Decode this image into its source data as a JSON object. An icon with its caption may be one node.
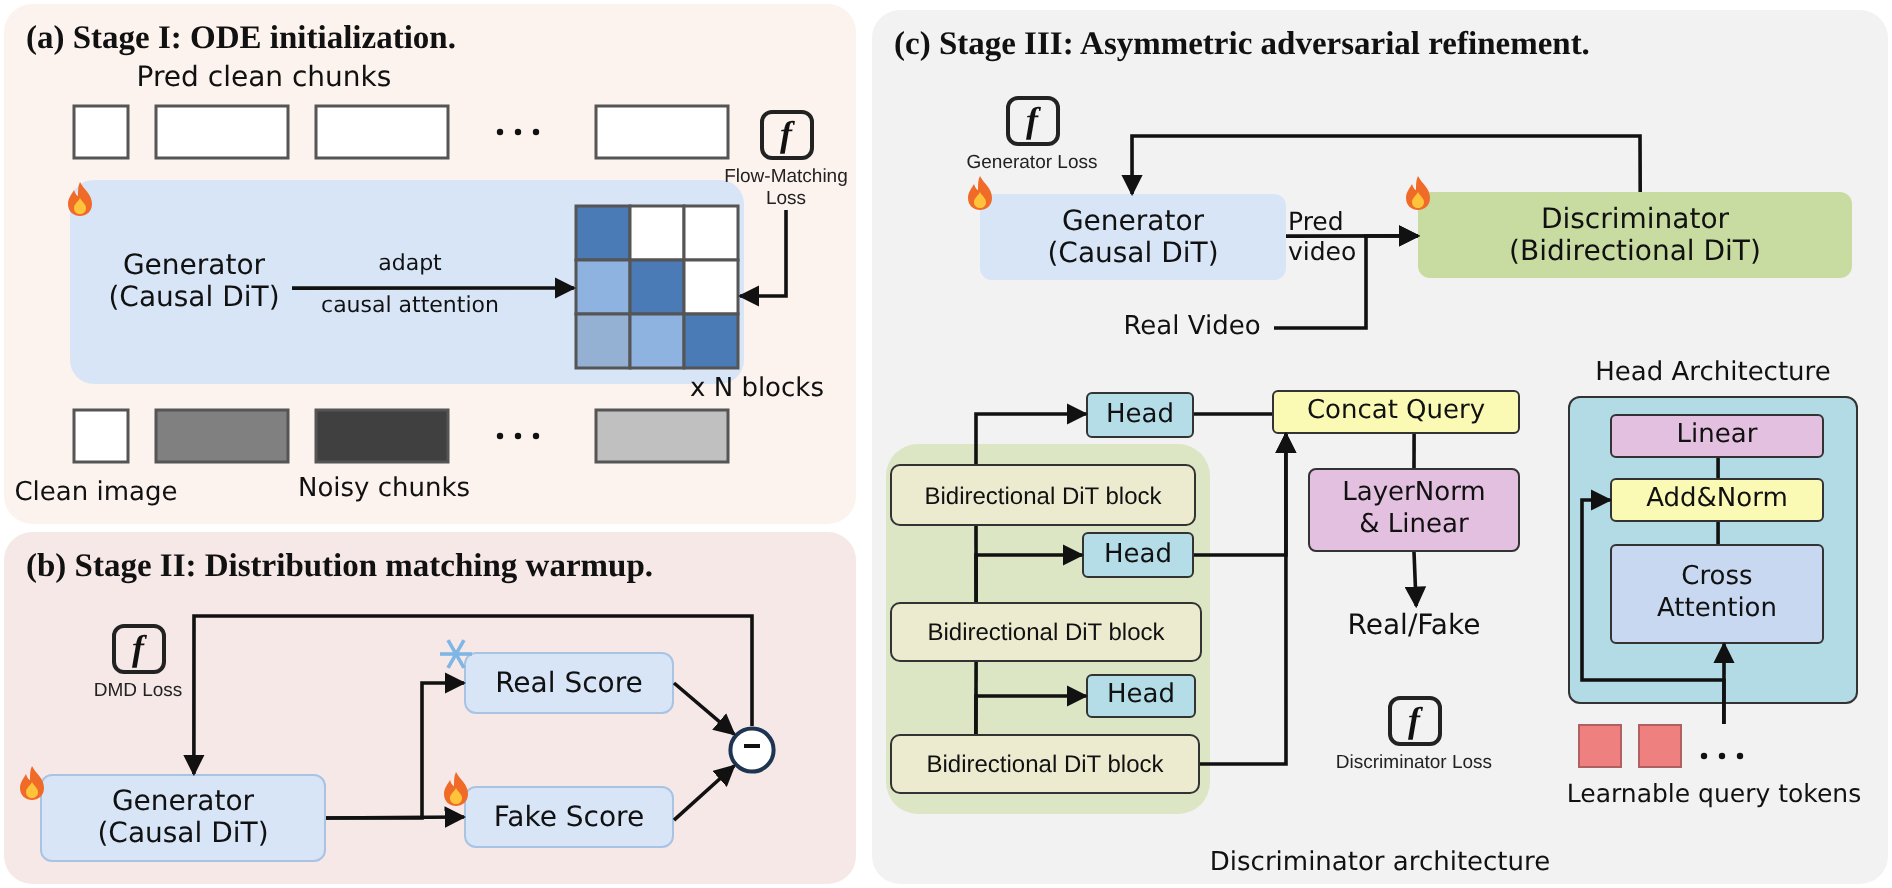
{
  "diagram": {
    "nodes": [
      {
        "text": [
          "(a) Stage I: ODE initialization."
        ]
      },
      {
        "text": [],
        "shape": "box",
        "in": 0
      },
      {
        "text": [
          "Generator (Causal DiT)"
        ],
        "in": 1
      },
      {
        "text": [],
        "shape": "grid",
        "in": 1
      },
      {
        "text": [
          "f"
        ],
        "beside": [
          "Flow-Matching Loss"
        ],
        "in": 0
      },
      {
        "text": [
          "(b) Stage II: Distribution matching warmup."
        ]
      },
      {
        "text": [
          "f"
        ],
        "beside": [
          "DMD Loss"
        ],
        "in": 5
      },
      {
        "text": [
          "Generator (Causal DiT)"
        ],
        "in": 5
      },
      {
        "text": [
          "Real Score"
        ],
        "in": 5
      },
      {
        "text": [
          "Fake Score"
        ],
        "in": 5
      },
      {
        "text": [],
        "shape": "circle",
        "in": 5
      },
      {
        "text": [
          "(c) Stage III: Asymmetric adversarial refinement."
        ]
      },
      {
        "text": [
          "f"
        ],
        "beside": [
          "Generator Loss"
        ],
        "in": 11
      },
      {
        "text": [
          "Generator (Causal DiT)"
        ],
        "in": 11
      },
      {
        "text": [
          "Discriminator (Bidirectional DiT)"
        ],
        "in": 11
      },
      {
        "text": [
          "Real Video"
        ],
        "in": 11
      },
      {
        "text": [
          "Head"
        ],
        "in": 11
      },
      {
        "text": [],
        "shape": "box",
        "in": 11
      },
      {
        "text": [
          "Bidirectional DiT block"
        ],
        "in": 17
      },
      {
        "text": [
          "Head"
        ],
        "in": 17
      },
      {
        "text": [
          "Bidirectional DiT block"
        ],
        "in": 17
      },
      {
        "text": [
          "Head"
        ],
        "in": 17
      },
      {
        "text": [
          "Bidirectional DiT block"
        ],
        "in": 17
      },
      {
        "text": [
          "Concat Query"
        ],
        "in": 11
      },
      {
        "text": [
          "LayerNorm & Linear"
        ],
        "in": 11
      },
      {
        "text": [
          "Real/Fake"
        ],
        "in": 11
      },
      {
        "text": [
          "f"
        ],
        "beside": [
          "Discriminator Loss"
        ],
        "in": 11
      },
      {
        "text": [
          "Head Architecture"
        ],
        "in": 11
      },
      {
        "text": [
          "Linear"
        ],
        "in": 27
      },
      {
        "text": [
          "Add&Norm"
        ],
        "in": 27
      },
      {
        "text": [
          "Cross Attention"
        ],
        "in": 27
      },
      {
        "text": [
          "Learnable query tokens"
        ],
        "in": 11
      }
    ],
    "edges": [
      {
        "from": 2,
        "to": 3,
        "arrow": "to"
      },
      {
        "from": 4,
        "to": 3,
        "arrow": "to"
      },
      {
        "from": 7,
        "to": 8,
        "arrow": "to"
      },
      {
        "from": 7,
        "to": 9,
        "arrow": "to"
      },
      {
        "from": 8,
        "to": 10,
        "arrow": "to"
      },
      {
        "from": 9,
        "to": 10,
        "arrow": "to"
      },
      {
        "from": 10,
        "to": 7,
        "arrow": "to"
      },
      {
        "from": 13,
        "to": 14,
        "arrow": "to",
        "label": "Pred video"
      },
      {
        "from": 15,
        "to": 14,
        "arrow": "to"
      },
      {
        "from": 14,
        "to": 13,
        "arrow": "to"
      },
      {
        "from": 22,
        "to": 20,
        "arrow": "none"
      },
      {
        "from": 20,
        "to": 18,
        "arrow": "none"
      },
      {
        "from": 18,
        "to": 16,
        "arrow": "to"
      },
      {
        "from": 20,
        "to": 19,
        "arrow": "to"
      },
      {
        "from": 22,
        "to": 21,
        "arrow": "to"
      },
      {
        "from": 16,
        "to": 23,
        "arrow": "none"
      },
      {
        "from": 19,
        "to": 23,
        "arrow": "to"
      },
      {
        "from": 22,
        "to": 23,
        "arrow": "to"
      },
      {
        "from": 23,
        "to": 24,
        "arrow": "none"
      },
      {
        "from": 24,
        "to": 25,
        "arrow": "to"
      },
      {
        "from": 30,
        "to": 29,
        "arrow": "none"
      },
      {
        "from": 29,
        "to": 28,
        "arrow": "none"
      },
      {
        "from": 31,
        "to": 30,
        "arrow": "to"
      },
      {
        "from": 31,
        "to": 29,
        "arrow": "to"
      }
    ],
    "labels": [
      "Pred clean chunks",
      "adapt",
      "causal attention",
      "x N blocks",
      "Clean image",
      "Noisy chunks",
      "Discriminator architecture"
    ]
  }
}
